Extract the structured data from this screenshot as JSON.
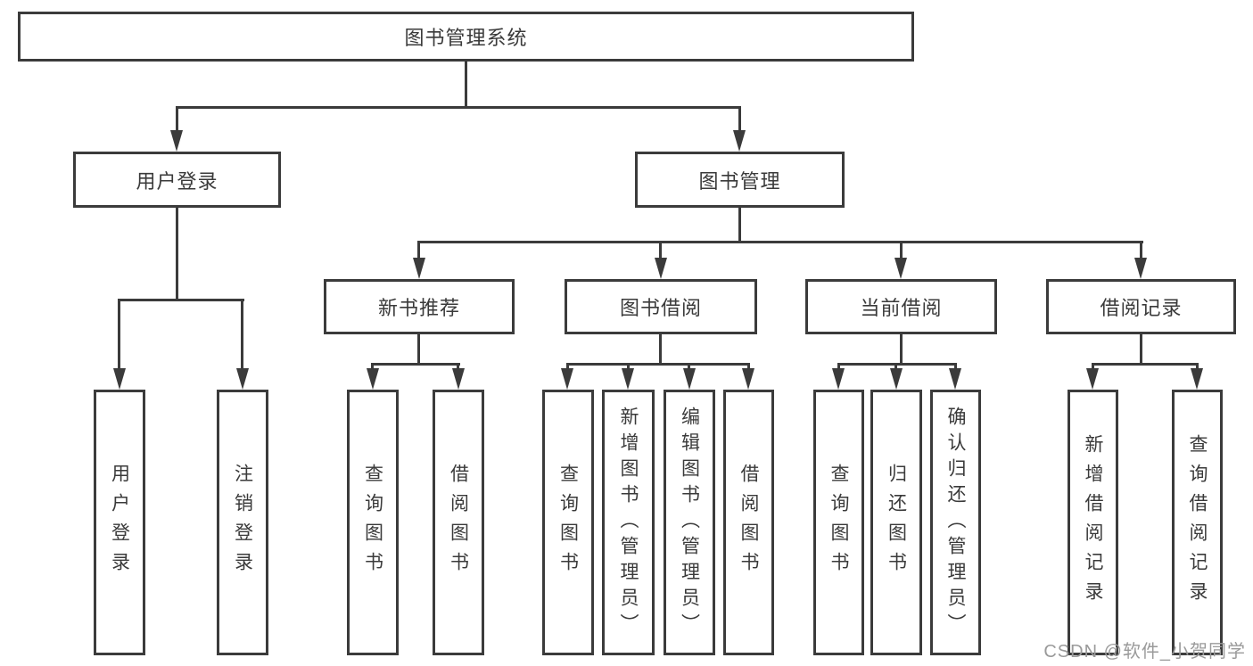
{
  "tree": {
    "label": "图书管理系统",
    "children": [
      {
        "label": "用户登录",
        "children": [
          {
            "label": "用户登录"
          },
          {
            "label": "注销登录"
          }
        ]
      },
      {
        "label": "图书管理",
        "children": [
          {
            "label": "新书推荐",
            "children": [
              {
                "label": "查询图书"
              },
              {
                "label": "借阅图书"
              }
            ]
          },
          {
            "label": "图书借阅",
            "children": [
              {
                "label": "查询图书"
              },
              {
                "label": "新增图书（管理员）"
              },
              {
                "label": "编辑图书（管理员）"
              },
              {
                "label": "借阅图书"
              }
            ]
          },
          {
            "label": "当前借阅",
            "children": [
              {
                "label": "查询图书"
              },
              {
                "label": "归还图书"
              },
              {
                "label": "确认归还（管理员）"
              }
            ]
          },
          {
            "label": "借阅记录",
            "children": [
              {
                "label": "新增借阅记录"
              },
              {
                "label": "查询借阅记录"
              }
            ]
          }
        ]
      }
    ]
  },
  "watermark": {
    "text": "CSDN @软件_小贺同学",
    "color": "#9a9a9a"
  },
  "colors": {
    "line": "#3b3b3b",
    "text": "#3a3a3a",
    "background": "#ffffff"
  }
}
